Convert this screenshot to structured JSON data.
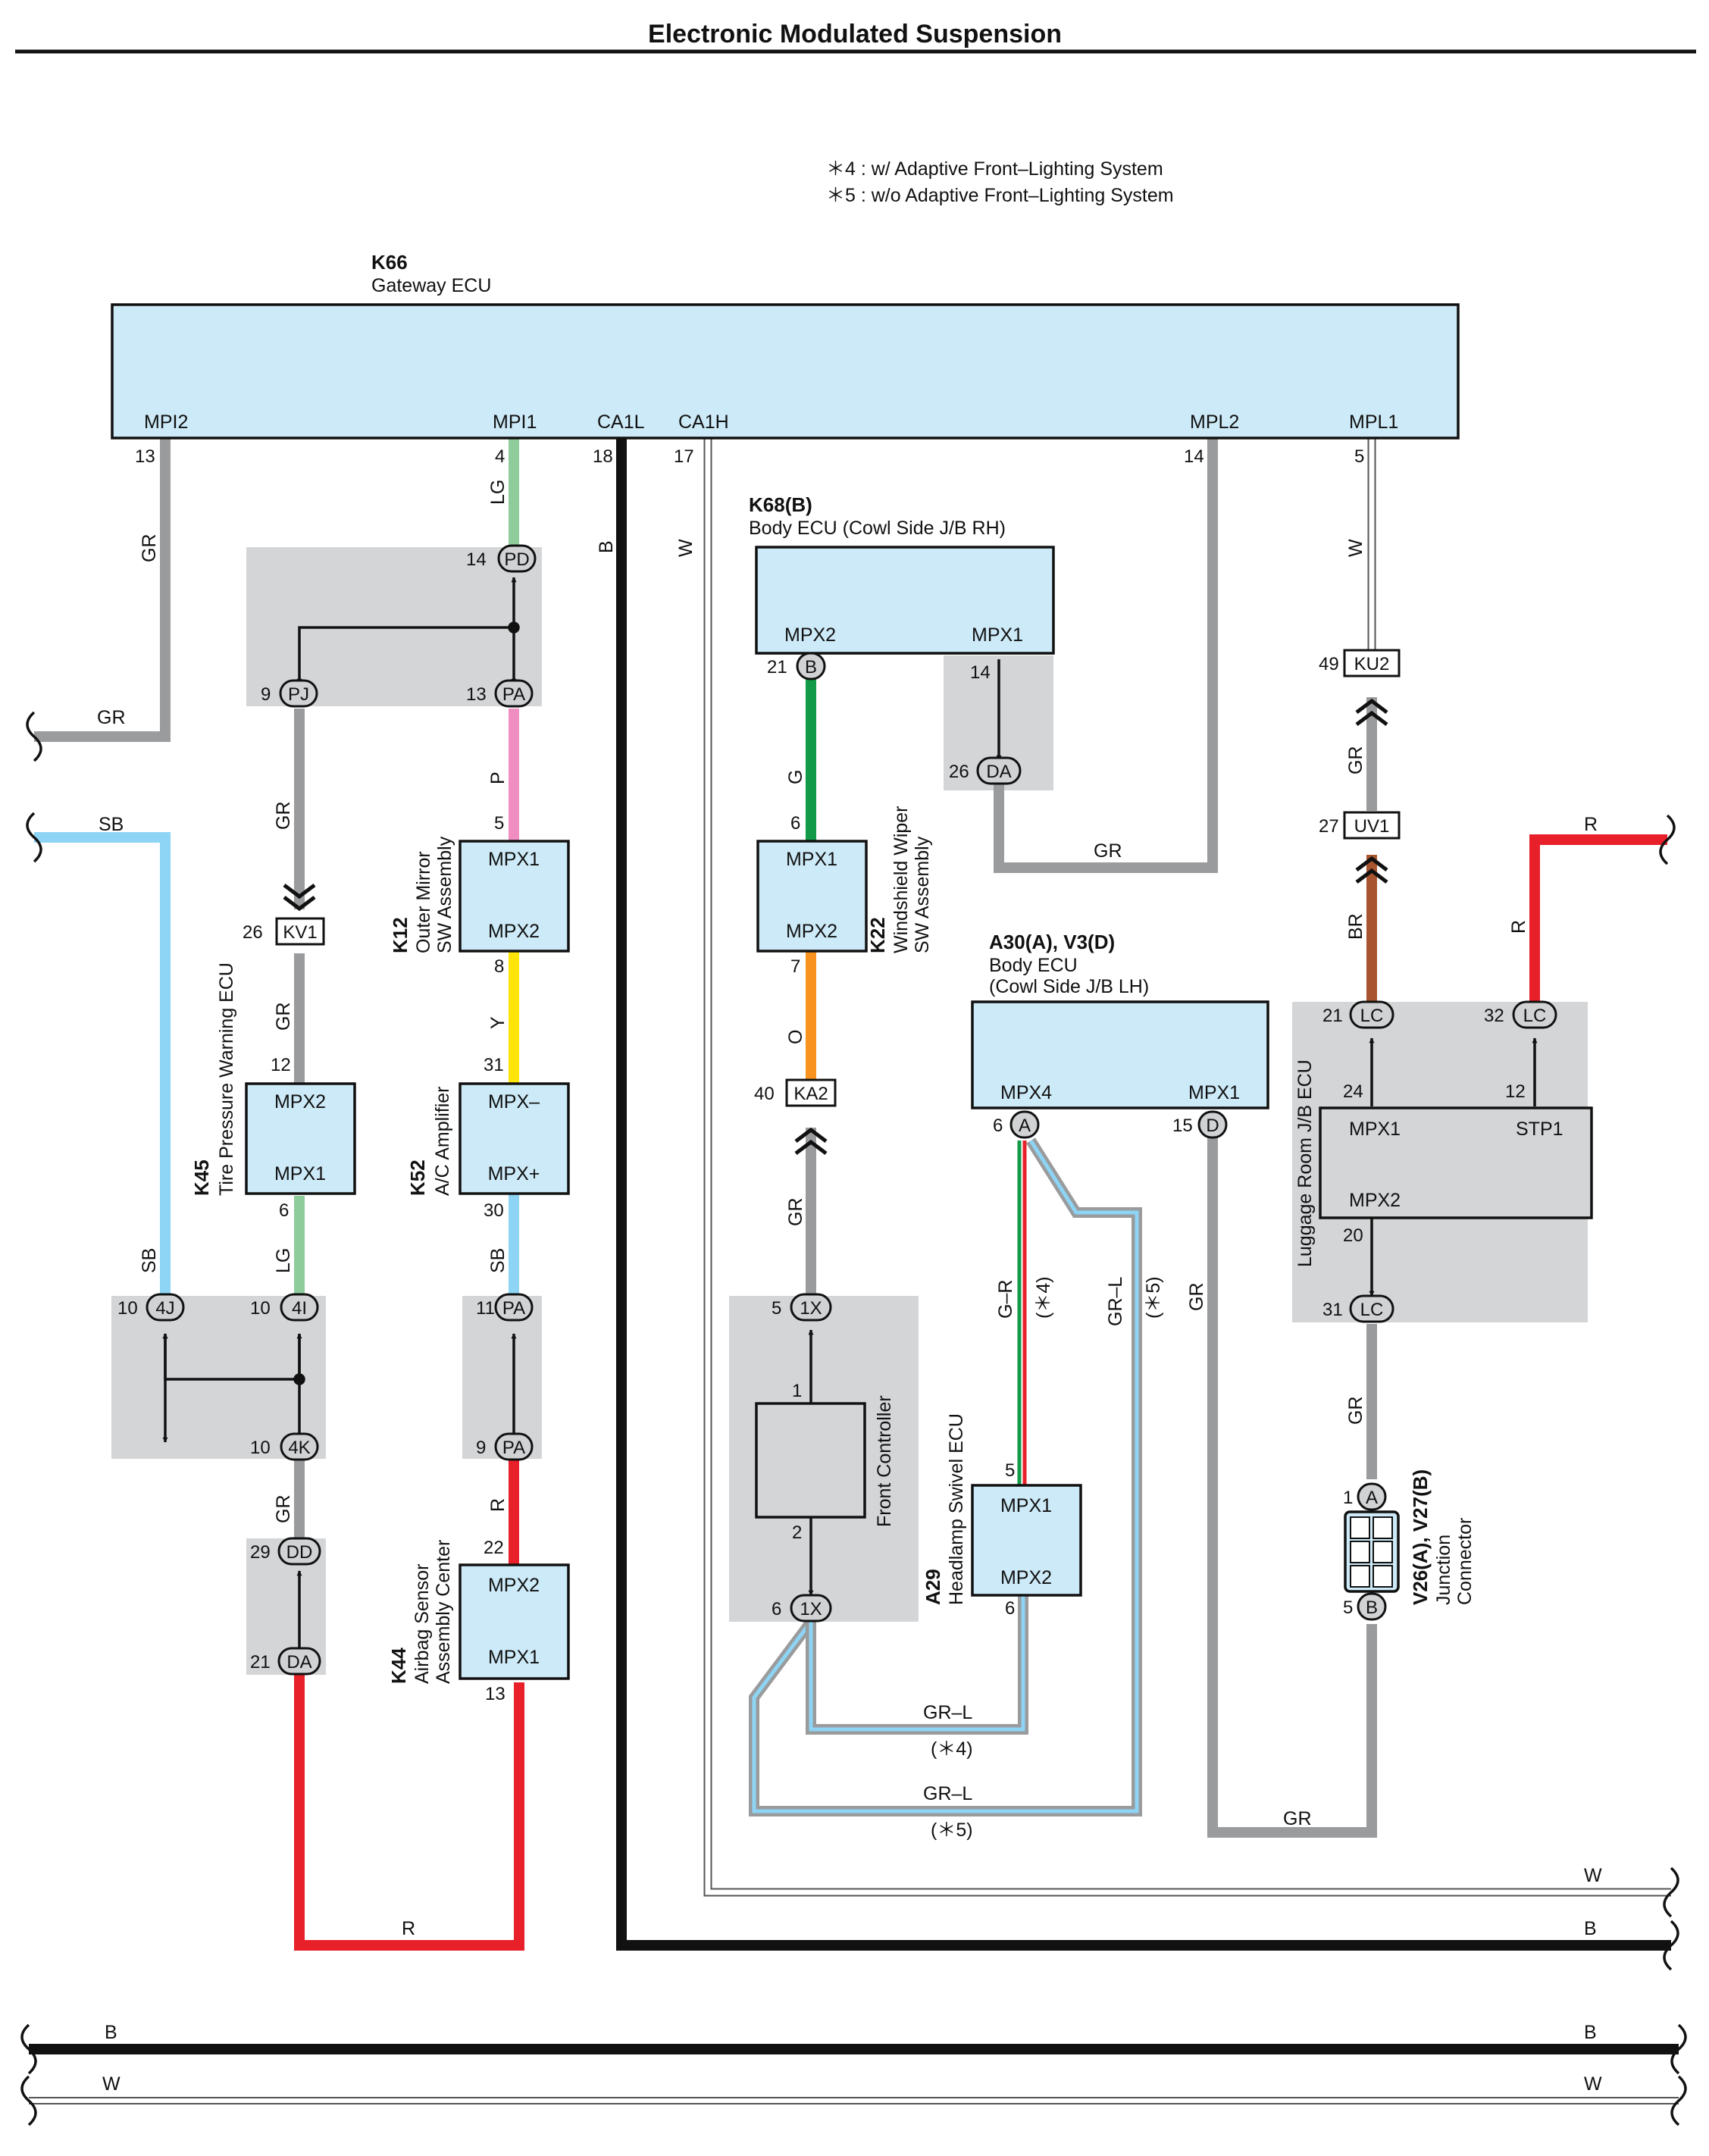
{
  "header": {
    "title": "Electronic Modulated Suspension"
  },
  "notes": {
    "note4": "＊4 : w/ Adaptive Front–Lighting System",
    "note5": "＊5 : w/o Adaptive Front–Lighting System"
  },
  "components": {
    "k66": {
      "code": "K66",
      "name": "Gateway ECU",
      "terminals": [
        "MPI2",
        "MPI1",
        "CA1L",
        "CA1H",
        "MPL2",
        "MPL1"
      ],
      "pins": [
        "13",
        "4",
        "18",
        "17",
        "14",
        "5"
      ]
    },
    "k68": {
      "code": "K68(B)",
      "name": "Body ECU (Cowl Side J/B RH)",
      "terminals": [
        "MPX2",
        "MPX1"
      ]
    },
    "k12": {
      "code": "K12",
      "name_line1": "Outer Mirror",
      "name_line2": "SW Assembly",
      "terminals": [
        "MPX1",
        "MPX2"
      ]
    },
    "k22": {
      "code": "K22",
      "name_line1": "Windshield Wiper",
      "name_line2": "SW Assembly",
      "terminals": [
        "MPX1",
        "MPX2"
      ]
    },
    "k45": {
      "code": "K45",
      "name": "Tire Pressure Warning ECU",
      "terminals": [
        "MPX2",
        "MPX1"
      ]
    },
    "k52": {
      "code": "K52",
      "name": "A/C Amplifier",
      "terminals": [
        "MPX–",
        "MPX+"
      ]
    },
    "k44": {
      "code": "K44",
      "name_line1": "Airbag Sensor",
      "name_line2": "Assembly Center",
      "terminals": [
        "MPX2",
        "MPX1"
      ]
    },
    "a30": {
      "code": "A30(A), V3(D)",
      "name_line1": "Body ECU",
      "name_line2": "(Cowl Side J/B LH)",
      "terminals": [
        "MPX4",
        "MPX1"
      ]
    },
    "fc": {
      "name": "Front Controller"
    },
    "a29": {
      "code": "A29",
      "name": "Headlamp Swivel ECU",
      "terminals": [
        "MPX1",
        "MPX2"
      ]
    },
    "lr": {
      "name": "Luggage Room J/B ECU",
      "terminals": [
        "MPX1",
        "STP1",
        "MPX2"
      ]
    },
    "v26": {
      "code": "V26(A), V27(B)",
      "name_line1": "Junction",
      "name_line2": "Connector"
    }
  },
  "connectors": {
    "PD": "PD",
    "PJ": "PJ",
    "PA": "PA",
    "KV1": "KV1",
    "J4": "4J",
    "I4": "4I",
    "K4": "4K",
    "DD": "DD",
    "DA": "DA",
    "B": "B",
    "KA2": "KA2",
    "X1": "1X",
    "A": "A",
    "D": "D",
    "KU2": "KU2",
    "UV1": "UV1",
    "LC": "LC"
  },
  "pins": {
    "p1": "1",
    "p2": "2",
    "p4": "4",
    "p5": "5",
    "p6": "6",
    "p7": "7",
    "p8": "8",
    "p9": "9",
    "p10": "10",
    "p11": "11",
    "p12": "12",
    "p13": "13",
    "p14": "14",
    "p15": "15",
    "p17": "17",
    "p18": "18",
    "p20": "20",
    "p21": "21",
    "p22": "22",
    "p24": "24",
    "p26": "26",
    "p27": "27",
    "p29": "29",
    "p30": "30",
    "p31": "31",
    "p32": "32",
    "p40": "40",
    "p49": "49"
  },
  "wire_colors": {
    "GR": "GR",
    "LG": "LG",
    "B": "B",
    "W": "W",
    "SB": "SB",
    "P": "P",
    "Y": "Y",
    "R": "R",
    "G": "G",
    "O": "O",
    "BR": "BR",
    "GR_L": "GR–L",
    "G_R": "G–R"
  },
  "annot": {
    "s4": "(＊4)",
    "s5": "(＊5)"
  },
  "colors": {
    "GR": "#9a9b9d",
    "LG": "#8fcc9c",
    "B": "#111111",
    "W": "#ffffff",
    "SB": "#8dd4f5",
    "P": "#f08dc1",
    "Y": "#ffe40a",
    "R": "#e8202a",
    "G": "#129a49",
    "O": "#f7931e",
    "BR": "#a8552f",
    "ECU": "#cdeaf8",
    "JB": "#d3d5d7"
  }
}
